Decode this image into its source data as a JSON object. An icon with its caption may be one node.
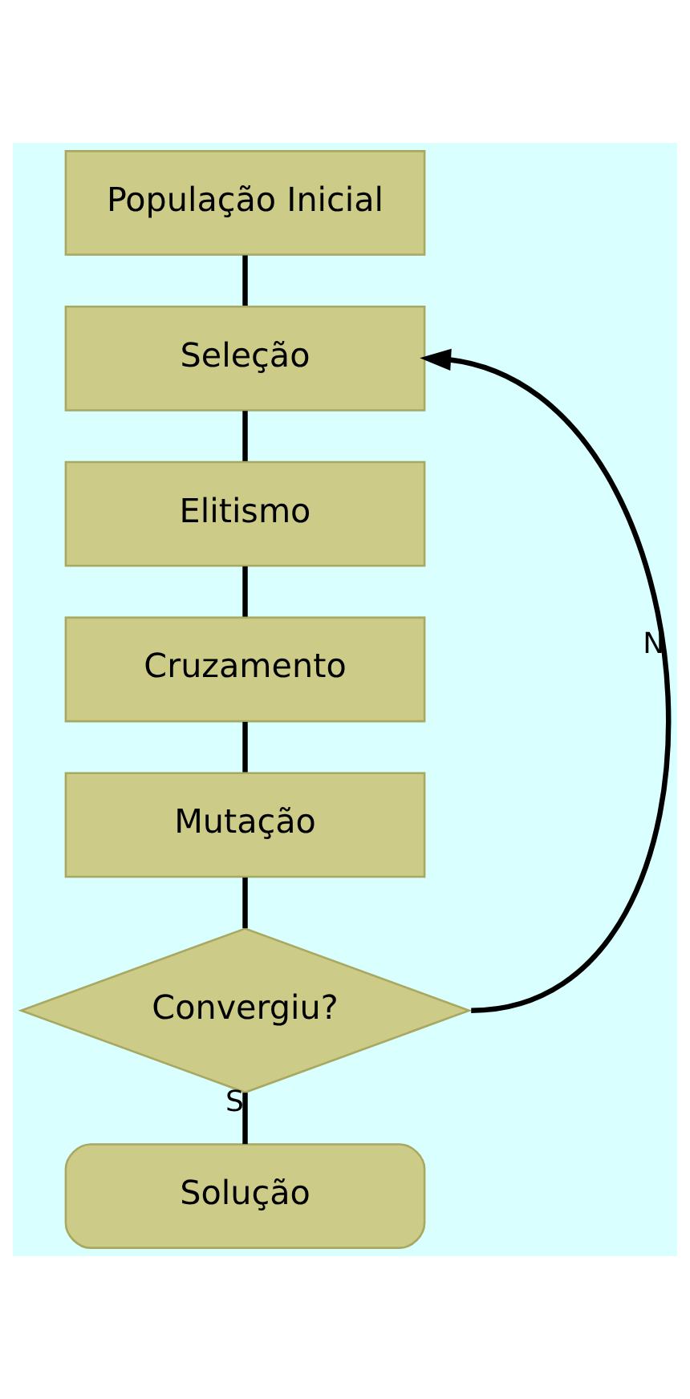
{
  "diagram": {
    "nodes": [
      {
        "text": [
          "População Inicial"
        ]
      },
      {
        "text": [
          "Seleção"
        ]
      },
      {
        "text": [
          "Elitismo"
        ]
      },
      {
        "text": [
          "Cruzamento"
        ]
      },
      {
        "text": [
          "Mutação"
        ]
      },
      {
        "text": [
          "Convergiu?"
        ]
      },
      {
        "text": [
          "Solução"
        ]
      }
    ],
    "edges": [
      {
        "from": 0,
        "to": 1,
        "arrow": "none"
      },
      {
        "from": 1,
        "to": 2,
        "arrow": "none"
      },
      {
        "from": 2,
        "to": 3,
        "arrow": "none"
      },
      {
        "from": 3,
        "to": 4,
        "arrow": "none"
      },
      {
        "from": 4,
        "to": 5,
        "arrow": "none"
      },
      {
        "from": 5,
        "to": 1,
        "arrow": "to",
        "label": "N"
      },
      {
        "from": 5,
        "to": 6,
        "arrow": "none",
        "label": "S"
      }
    ]
  }
}
